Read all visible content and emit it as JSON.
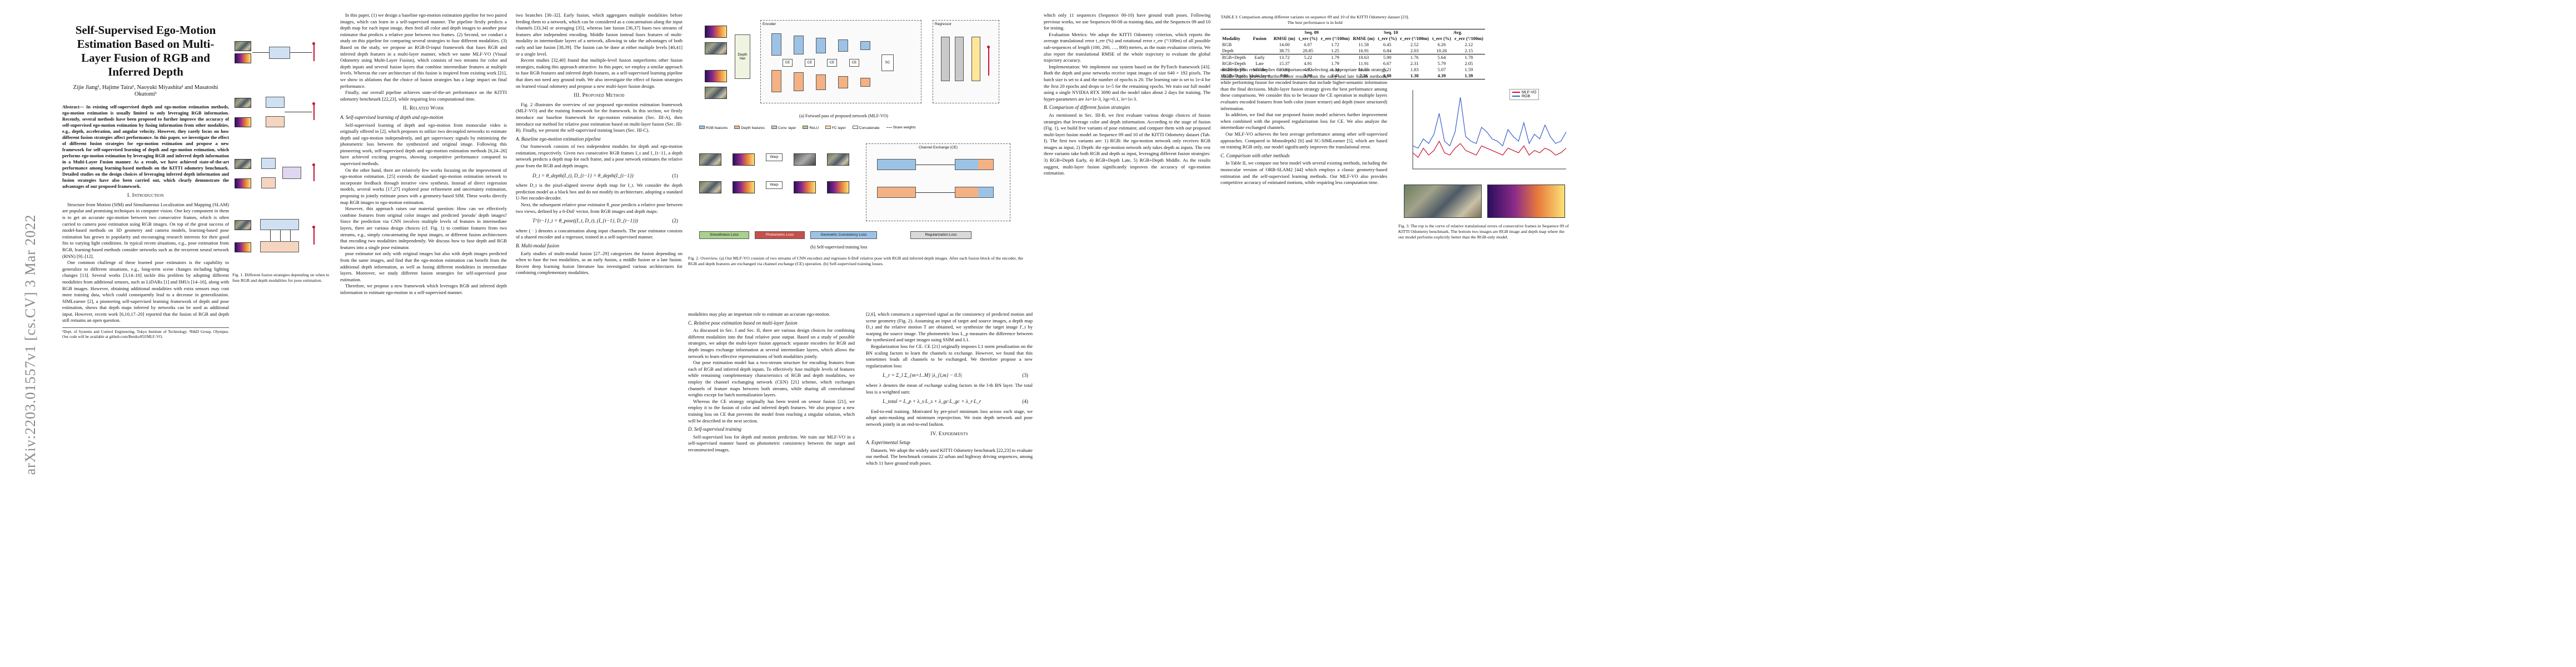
{
  "arxiv_stamp": "arXiv:2203.01557v1  [cs.CV]  3 Mar 2022",
  "paper": {
    "title": "Self-Supervised Ego-Motion Estimation Based on Multi-Layer Fusion of RGB and Inferred Depth",
    "authors": "Zijie Jiang¹, Hajime Taira¹, Naoyuki Miyashita² and Masatoshi Okutomi¹",
    "abstract": "Abstract— In existing self-supervised depth and ego-motion estimation methods, ego-motion estimation is usually limited to only leveraging RGB information. Recently, several methods have been proposed to further improve the accuracy of self-supervised ego-motion estimation by fusing information from other modalities, e.g., depth, acceleration, and angular velocity. However, they rarely focus on how different fusion strategies affect performance. In this paper, we investigate the effect of different fusion strategies for ego-motion estimation and propose a new framework for self-supervised learning of depth and ego-motion estimation, which performs ego-motion estimation by leveraging RGB and inferred depth information in a Multi-Layer Fusion manner. As a result, we have achieved state-of-the-art performance among learning-based methods on the KITTI odometry benchmark. Detailed studies on the design choices of leveraging inferred depth information and fusion strategies have also been carried out, which clearly demonstrate the advantages of our proposed framework.",
    "intro_heading": "I. Introduction",
    "intro_p1": "Structure from Motion (SfM) and Simultaneous Localization and Mapping (SLAM) are popular and promising techniques in computer vision. One key component in them is to get an accurate ego-motion between two consecutive frames, which is often carried to camera pose estimation using RGB images. On top of the great success of model-based methods on 3D geometry and camera models, learning-based pose estimation has grown in popularity and encouraging research interests for their good fits to varying light conditions. In typical recent situations, e.g., pose estimation from RGB, learning-based methods consider networks such as the recurrent neural network (RNN) [9]–[12].",
    "intro_p2": "One common challenge of these learned pose estimators is the capability to generalize to different situations, e.g., long-term scene changes including lighting changes [13]. Several works [3,14–16] tackle this problem by adopting different modalities from additional sensors, such as LiDARs [1] and IMUs [14–16], along with RGB images. However, obtaining additional modalities with extra sensors may cost more training data, which could consequently lead to a decrease in generalization. SfMLearner [2], a pioneering self-supervised learning framework of depth and pose estimation, shows that depth maps inferred by networks can be used as additional input. However, recent work [6,10,17–20] reported that the fusion of RGB and depth still remains an open question.",
    "footnote": "¹Dept. of Systems and Control Engineering, Tokyo Institute of Technology. ²R&D Group, Olympus. Our code will be available at github.com/Beniko95J/MLF-VO.",
    "fig1_caption": "Fig. 1.  Different fusion strategies depending on when to fuse RGB and depth modalities for pose estimation."
  },
  "col2": {
    "p1": "In this paper, (1) we design a baseline ego-motion estimation pipeline for two paired images, which can learn in a self-supervised manner. The pipeline firstly predicts a depth map for each input image, then feed all color and depth images to another pose estimator that predicts a relative pose between two frames. (2) Second, we conduct a study on this pipeline for comparing several strategies to fuse different modalities. (3) Based on the study, we propose an RGB-D-input framework that fuses RGB and inferred depth features in a multi-layer manner, which we name MLF-VO (Visual Odometry using Multi-Layer Fusion), which consists of two streams for color and depth inputs and several fusion layers that combine intermediate features at multiple levels. Whereas the core architecture of this fusion is inspired from existing work [21], we show in ablations that the choice of fusion strategies has a large impact on final performance.",
    "p2": "Finally, our overall pipeline achieves state-of-the-art performance on the KITTI odometry benchmark [22,23], while requiring less computational time.",
    "h_related": "II. Related Work",
    "h_a": "A. Self-supervised learning of depth and ego-motion",
    "p3": "Self-supervised learning of depth and ego-motion from monocular video is originally offered in [2], which proposes to utilize two decoupled networks to estimate depth and ego-motion independently, and get supervisory signals by minimizing the photometric loss between the synthesized and original image. Following this pioneering work, self-supervised depth and ego-motion estimation methods [6,24–26] have achieved exciting progress, showing competitive performance compared to supervised methods.",
    "p4": "On the other hand, there are relatively few works focusing on the improvement of ego-motion estimation. [25] extends the standard ego-motion estimation network to incorporate feedback through iterative view synthesis. Instead of direct regression models, several works [17,27] explored pose refinement and uncertainty estimation, proposing to jointly estimate poses with a geometry-based SfM. These works directly map RGB images to ego-motion estimation.",
    "p5": "However, this approach raises our material question: How can we effectively combine features from original color images and predicted 'pseudo' depth images? Since the prediction via CNN involves multiple levels of features in intermediate layers, there are various design choices (cf. Fig. 1) to combine features from two streams, e.g., simply concatenating the input images, or different fusion architectures that encoding two modalities independently. We discuss how to fuse depth and RGB features into a single pose estimator.",
    "p6": "pose estimator not only with original images but also with depth images predicted from the same images, and find that the ego-motion estimation can benefit from the additional depth information, as well as fusing different modalities in intermediate layers. Moreover, we study different fusion strategies for self-supervised pose estimation.",
    "p7": "Therefore, we propose a new framework which leverages RGB and inferred depth information to estimate ego-motion in a self-supervised manner."
  },
  "col3": {
    "p1": "two branches [30–32]. Early fusion, which aggregates multiple modalities before feeding them to a network, which can be considered as a concatenation along the input channels [33,34] or averaging [35], whereas late fusion [36,37] fuses two streams of features after independent encoding. Middle fusion instead fuses features of multi-modality in intermediate layers of a network, allowing to take the advantages of both early and late fusion [38,39]. The fusion can be done at either multiple levels [40,41] or a single level.",
    "p2": "Recent studies [32,40] found that multiple-level fusion outperforms other fusion strategies, making this approach attractive. In this paper, we employ a similar approach to fuse RGB features and inferred depth features, as a self-supervised learning pipeline that does not need any ground truth. We also investigate the effect of fusion strategies on learned visual odometry and propose a new multi-layer fusion design.",
    "h_method": "III. Proposed Method",
    "p3": "Fig. 2 illustrates the overview of our proposed ego-motion estimation framework (MLF-VO) and the training framework for the framework. In this section, we firstly introduce our baseline framework for ego-motion estimation (Sec. III-A), then introduce our method for relative pose estimation based on multi-layer fusion (Sec. III-B). Finally, we present the self-supervised training losses (Sec. III-C).",
    "h_a": "A. Baseline ego-motion estimation pipeline",
    "p4": "Our framework consists of two independent modules for depth and ego-motion estimation, respectively. Given two consecutive RGB frames I_t and I_{t−1}, a depth network predicts a depth map for each frame, and a pose network estimates the relative pose from the RGB and depth images.",
    "eq1": "D_t = θ_depth(I_t),  D_{t−1} = θ_depth(I_{t−1})",
    "eq1n": "(1)",
    "p5": "where D_t is the pixel-aligned inverse depth map for I_t. We consider the depth prediction model as a black box and do not modify its architecture, adopting a standard U-Net encoder-decoder.",
    "p6": "Next, the subsequent relative pose estimator θ_pose predicts a relative pose between two views, defined by a 6-DoF vector, from RGB images and depth maps:",
    "eq2": "T^{t−1}_t = θ_pose((I_t, D_t), (I_{t−1}, D_{t−1}))",
    "eq2n": "(2)",
    "p7": "where ( · ) denotes a concatenation along input channels. The pose estimator consists of a shared encoder and a regressor, trained in a self-supervised manner.",
    "h_b": "B. Multi-modal fusion",
    "p8": "Early studies of multi-modal fusion [27–29] categorizes the fusion depending on when to fuse the two modalities, as an early fusion, a middle fusion or a late fusion. Recent deep learning fusion literature has investigated various architectures for combining complementary modalities."
  },
  "fig2": {
    "title_a": "(a) Forward pass of proposed network (MLF-VO)",
    "title_b": "(b) Self-supervised training loss",
    "legend": [
      "RGB features",
      "Depth features",
      "Conv. layer",
      "ReLU",
      "FC layer",
      "Concatenate",
      "Share weights"
    ],
    "labels": [
      "Encoder",
      "Regressor",
      "Depth Net",
      "Warp",
      "Channel Exchange (CE)",
      "Smoothness Loss",
      "Photometric Loss",
      "Geometric Consistency Loss",
      "Regularization Loss",
      "SC",
      "CE",
      "S"
    ],
    "caption": "Fig. 2.  Overview. (a) Our MLF-VO consists of two streams of CNN encoders and regresses 6-DoF relative pose with RGB and inferred depth images. After each fusion block of the encoder, the RGB and depth features are exchanged via channel exchange (CE) operation. (b) Self-supervised training losses."
  },
  "col4": {
    "p1": "modalities may play an important role to estimate an accurate ego-motion.",
    "h_c": "C. Relative pose estimation based on multi-layer fusion",
    "p2": "As discussed in Sec. I and Sec. II, there are various design choices for combining different modalities into the final relative pose output. Based on a study of possible strategies, we adopt the multi-layer fusion approach: separate encoders for RGB and depth images exchange information at several intermediate layers, which allows the network to learn effective representations of both modalities jointly.",
    "p3": "Our pose estimation model has a two-stream structure for encoding features from each of RGB and inferred depth inputs. To effectively fuse multiple levels of features while remaining complementary characteristics of RGB and depth modalities, we employ the channel exchanging network (CEN) [21] scheme, which exchanges channels of feature maps between both streams, while sharing all convolutional weights except for batch normalization layers.",
    "p4": "Whereas the CE strategy originally has been tested on sensor fusion [21], we employ it to the fusion of color and inferred depth features. We also propose a new training loss on CE that prevents the model from reaching a singular solution, which will be described in the next section.",
    "h_d": "D. Self-supervised training",
    "p5": "Self-supervised loss for depth and motion prediction. We train our MLF-VO in a self-supervised manner based on photometric consistency between the target and reconstructed images."
  },
  "col5": {
    "p1": "[2,6], which constructs a supervised signal as the consistency of predicted motion and scene geometry (Fig. 2). Assuming an input of target and source images, a depth map D_t and the relative motion T are obtained, we synthesize the target image I'_t by warping the source image. The photometric loss L_p measures the difference between the synthesized and target images using SSIM and L1.",
    "p2": "Regularization loss for CE. CE [21] originally imposes L1 norm penalization on the BN scaling factors to learn the channels to exchange. However, we found that this sometimes leads all channels to be exchanged. We therefore propose a new regularization loss:",
    "eq3": "L_r = Σ_l Σ_{m=1..M} |λ_{l,m} − 0.5|",
    "eq3n": "(3)",
    "p3": "where λ denotes the mean of exchange scaling factors in the l-th BN layer. The total loss is a weighted sum:",
    "eq4": "L_total = L_p + λ_s·L_s + λ_gc·L_gc + λ_r·L_r",
    "eq4n": "(4)",
    "p4": "End-to-end training. Motivated by pre-pixel minimum loss across each stage, we adopt auto-masking and minimum reprojection. We train depth network and pose network jointly in an end-to-end fashion.",
    "h_exp": "IV. Experiments",
    "h_a": "A. Experimental Setup",
    "p5": "Datasets. We adopt the widely used KITTI Odometry benchmark [22,23] to evaluate our method. The benchmark contains 22 urban and highway driving sequences, among which 11 have ground truth poses."
  },
  "col6": {
    "p1": "which only 11 sequences (Sequence 00-10) have ground truth poses. Following previous works, we use Sequences 00-08 as training data, and the Sequences 09 and 10 for testing.",
    "p2": "Evaluation Metrics: We adopt the KITTI Odometry criterion, which reports the average translational error t_err (%) and rotational error r_err (°/100m) of all possible sub-sequences of length (100, 200, …, 800) meters, as the main evaluation criteria. We also report the translational RMSE of the whole trajectory to evaluate the global trajectory accuracy.",
    "p3": "Implementation: We implement our system based on the PyTorch framework [43]. Both the depth and pose networks receive input images of size 640 × 192 pixels. The batch size is set to 4 and the number of epochs is 20. The learning rate is set to 1e-4 for the first 20 epochs and drops to 1e-5 for the remaining epochs. We train our full model using a single NVIDIA RTX 3090 and the model takes about 2 days for training. The hyper-parameters are λs=1e-3, λgc=0.1, λr=1e-3.",
    "h_b": "B. Comparison of different fusion strategies",
    "p4": "As mentioned in Sec. III-B, we first evaluate various design choices of fusion strategies that leverage color and depth information. According to the stage of fusion (Fig. 1), we build five variants of pose estimator, and compare them with our proposed multi-layer fusion model on Sequence 09 and 10 of the KITTI Odometry dataset (Tab. I). The first two variants are: 1) RGB: the ego-motion network only receives RGB images as input, 2) Depth: the ego-motion network only takes depth as inputs. The rest three variants take both RGB and depth as input, leveraging different fusion strategies: 3) RGB+Depth Early, 4) RGB+Depth Late, 5) RGB+Depth Middle. As the results suggest, multi-layer fusion significantly improves the accuracy of ego-motion estimation."
  },
  "table1": {
    "caption": "TABLE I: Comparison among different variants on sequence 09 and 10 of the KITTI Odometry dataset [23]. The best performance is in bold",
    "groups": [
      "Seq. 09",
      "Seq. 10",
      "Avg."
    ],
    "headers": [
      "Modality",
      "Fusion",
      "RMSE (m)",
      "t_err (%)",
      "r_err (°/100m)",
      "RMSE (m)",
      "t_err (%)",
      "r_err (°/100m)",
      "t_err (%)",
      "r_err (°/100m)"
    ],
    "rows": [
      [
        "RGB",
        "",
        "14.00",
        "6.07",
        "1.72",
        "11.58",
        "6.45",
        "2.52",
        "6.26",
        "2.12"
      ],
      [
        "Depth",
        "",
        "38.75",
        "20.85",
        "1.25",
        "16.91",
        "6.84",
        "2.03",
        "10.26",
        "2.15"
      ],
      [
        "RGB+Depth",
        "Early",
        "13.72",
        "5.22",
        "1.79",
        "10.63",
        "5.90",
        "1.76",
        "5.64",
        "1.78"
      ],
      [
        "RGB+Depth",
        "Late",
        "15.37",
        "4.91",
        "1.79",
        "11.91",
        "6.67",
        "2.31",
        "5.79",
        "2.05"
      ],
      [
        "RGB+Depth",
        "Middle",
        "10.83",
        "4.92",
        "1.34",
        "11.35",
        "5.21",
        "1.83",
        "5.07",
        "1.59"
      ],
      [
        "RGB+Depth",
        "Multi-layer",
        "9.86",
        "3.90",
        "1.41",
        "7.36",
        "4.88",
        "1.38",
        "4.39",
        "1.39"
      ]
    ]
  },
  "col7": {
    "p1": "modality. This result implies the importance of selecting an appropriate fusion strategy. Middle fusion provides further better results than the early and late fusion methods, while performing fusion for encoded features that include higher-semantic information than the final decisions. Multi-layer fusion strategy gives the best performance among these comparisons. We consider this to be because the CE operation in multiple layers evaluates encoded features from both color (more texture) and depth (more structured) information.",
    "p2": "In addition, we find that our proposed fusion model achieves further improvement when combined with the proposed regularization loss for CE. We also analyze the intermediate exchanged channels.",
    "fig3_caption": "Fig. 3.  The top is the curve of relative translational errors of consecutive frames in Sequence 09 of KITTI Odometry benchmark. The bottom two images are RGB image and depth map where the our model performs explicitly better than the RGB-only model.",
    "fig3_legend": [
      "MLF-VO",
      "RGB"
    ],
    "p3": "Our MLF-VO achieves the best average performance among other self-supervised approaches. Compared to Monodepth2 [6] and SC-SfMLearner [5], which are based on training RGB only, our model significantly improves the translational error.",
    "h_c": "C. Comparison with other methods",
    "p4": "In Table II, we compare our best model with several existing methods, including the monocular version of ORB-SLAM2 [44] which employs a classic geometry-based estimation and the self-supervised learning methods. Our MLF-VO also provides competitive accuracy of estimated motions, while requiring less computation time."
  },
  "chart_data": {
    "type": "line",
    "title": "",
    "xlabel": "",
    "ylabel": "",
    "series": [
      {
        "name": "MLF-VO",
        "values": [
          0.7,
          0.5,
          0.9,
          0.6,
          0.8,
          1.2,
          0.7,
          0.6,
          0.9,
          1.1,
          0.8,
          0.7,
          0.6,
          1.0,
          0.9,
          0.8,
          0.7,
          0.6,
          0.9,
          0.8,
          0.7,
          1.0,
          0.6,
          0.8,
          0.7,
          0.9,
          0.8,
          0.6,
          0.7,
          0.9
        ]
      },
      {
        "name": "RGB",
        "values": [
          1.0,
          0.9,
          1.3,
          1.1,
          1.5,
          2.4,
          1.2,
          1.0,
          1.6,
          3.1,
          1.4,
          1.2,
          1.1,
          1.8,
          1.6,
          1.3,
          1.2,
          1.0,
          1.7,
          1.4,
          1.2,
          2.0,
          1.1,
          1.5,
          1.3,
          1.9,
          1.4,
          1.1,
          1.2,
          1.6
        ]
      }
    ],
    "colors": {
      "MLF-VO": "#c8102e",
      "RGB": "#3a5fcd"
    }
  }
}
